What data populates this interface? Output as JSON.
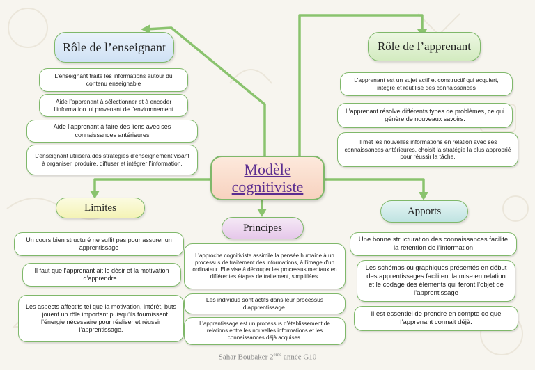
{
  "center_title": [
    "Modèle",
    "cognitiviste"
  ],
  "colors": {
    "connector": "#8ac36e",
    "title": "#5b2d90"
  },
  "sections": {
    "enseignant": {
      "title": "Rôle de l’enseignant",
      "items": [
        "L’enseignant traite les informations autour du contenu enseignable",
        "Aide l’apprenant à sélectionner et à encoder l’information lui provenant de l’environnement",
        "Aide l’apprenant à faire des liens avec ses connaissances antérieures",
        "L’enseignant utilisera des stratégies d’enseignement visant à organiser, produire, diffuser et intégrer l’information."
      ]
    },
    "apprenant": {
      "title": "Rôle de l’apprenant",
      "items": [
        "L’apprenant est un sujet actif et constructif qui acquiert, intègre et réutilise des connaissances",
        "L’apprenant résolve différents types de problèmes, ce qui génère de nouveaux savoirs.",
        "Il met les nouvelles informations en relation avec ses connaissances antérieures, choisit la stratégie la plus approprié pour réussir la tâche."
      ]
    },
    "limites": {
      "title": "Limites",
      "items": [
        "Un cours bien structuré ne suffit pas pour assurer un apprentissage",
        "Il faut que l’apprenant ait le désir et la motivation d’apprendre .",
        "Les aspects affectifs tel que la motivation, intérêt, buts … jouent un rôle important puisqu’ils fournissent l’énergie nécessaire pour réaliser et réussir l’apprentissage."
      ]
    },
    "principes": {
      "title": "Principes",
      "items": [
        "L’approche cognitiviste assimile la pensée humaine à un processus de traitement des informations, à l’image d’un ordinateur. Elle vise à découper les processus mentaux en différentes étapes de traitement, simplifiées.",
        "Les individus sont actifs dans leur processus d’apprentissage.",
        "L’apprentissage est un processus d’établissement de relations entre les nouvelles informations et les connaissances déjà acquises."
      ]
    },
    "apports": {
      "title": "Apports",
      "items": [
        "Une bonne structuration des connaissances facilite la rétention de l’information",
        "Les schémas ou graphiques présentés en début des apprentissages facilitent la mise en relation et le codage des éléments qui feront l’objet de l’apprentissage",
        "Il est essentiel de prendre en compte ce que l’apprenant connait déjà."
      ]
    }
  },
  "footer": {
    "name": "Sahar Boubaker 2",
    "sup": "ème",
    "rest": " année G10"
  }
}
